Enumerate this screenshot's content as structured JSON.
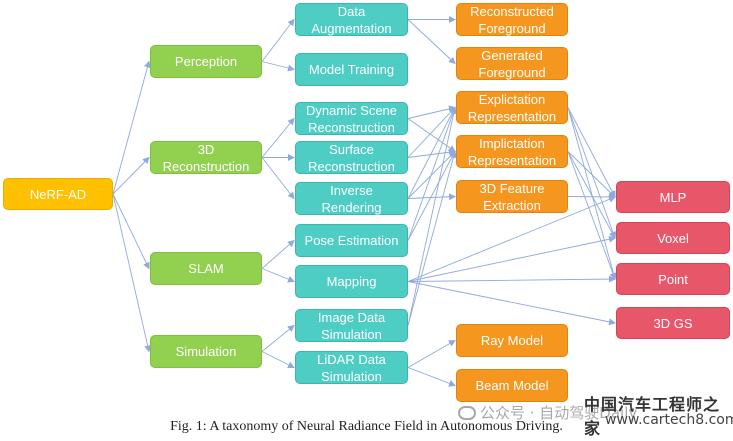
{
  "nodes": [
    {
      "id": "nerf",
      "label": "NeRF-AD",
      "level": 0
    },
    {
      "id": "perception",
      "label": "Perception",
      "level": 1
    },
    {
      "id": "recon3d",
      "label": "3D\nReconstruction",
      "level": 1
    },
    {
      "id": "slam",
      "label": "SLAM",
      "level": 1
    },
    {
      "id": "simulation",
      "label": "Simulation",
      "level": 1
    },
    {
      "id": "data_aug",
      "label": "Data\nAugmentation",
      "level": 2
    },
    {
      "id": "model_train",
      "label": "Model Training",
      "level": 2
    },
    {
      "id": "dyn_scene",
      "label": "Dynamic Scene\nReconstruction",
      "level": 2
    },
    {
      "id": "surface",
      "label": "Surface\nReconstruction",
      "level": 2
    },
    {
      "id": "inverse",
      "label": "Inverse\nRendering",
      "level": 2
    },
    {
      "id": "pose",
      "label": "Pose Estimation",
      "level": 2
    },
    {
      "id": "mapping",
      "label": "Mapping",
      "level": 2
    },
    {
      "id": "image_sim",
      "label": "Image Data\nSimulation",
      "level": 2
    },
    {
      "id": "lidar_sim",
      "label": "LiDAR Data\nSimulation",
      "level": 2
    },
    {
      "id": "recon_fg",
      "label": "Reconstructed\nForeground",
      "level": 3
    },
    {
      "id": "gen_fg",
      "label": "Generated\nForeground",
      "level": 3
    },
    {
      "id": "explicit",
      "label": "Explictation\nRepresentation",
      "level": 3
    },
    {
      "id": "implicit",
      "label": "Implictation\nRepresentation",
      "level": 3
    },
    {
      "id": "feature3d",
      "label": "3D Feature\nExtraction",
      "level": 3
    },
    {
      "id": "ray",
      "label": "Ray Model",
      "level": 3
    },
    {
      "id": "beam",
      "label": "Beam Model",
      "level": 3
    },
    {
      "id": "mlp",
      "label": "MLP",
      "level": 4
    },
    {
      "id": "voxel",
      "label": "Voxel",
      "level": 4
    },
    {
      "id": "point",
      "label": "Point",
      "level": 4
    },
    {
      "id": "gs3d",
      "label": "3D GS",
      "level": 4
    }
  ],
  "edges": [
    [
      "nerf",
      "perception"
    ],
    [
      "nerf",
      "recon3d"
    ],
    [
      "nerf",
      "slam"
    ],
    [
      "nerf",
      "simulation"
    ],
    [
      "perception",
      "data_aug"
    ],
    [
      "perception",
      "model_train"
    ],
    [
      "recon3d",
      "dyn_scene"
    ],
    [
      "recon3d",
      "surface"
    ],
    [
      "recon3d",
      "inverse"
    ],
    [
      "slam",
      "pose"
    ],
    [
      "slam",
      "mapping"
    ],
    [
      "simulation",
      "image_sim"
    ],
    [
      "simulation",
      "lidar_sim"
    ],
    [
      "data_aug",
      "recon_fg"
    ],
    [
      "data_aug",
      "gen_fg"
    ],
    [
      "dyn_scene",
      "explicit"
    ],
    [
      "dyn_scene",
      "implicit"
    ],
    [
      "surface",
      "explicit"
    ],
    [
      "surface",
      "implicit"
    ],
    [
      "inverse",
      "explicit"
    ],
    [
      "inverse",
      "implicit"
    ],
    [
      "inverse",
      "feature3d"
    ],
    [
      "pose",
      "explicit"
    ],
    [
      "pose",
      "implicit"
    ],
    [
      "mapping",
      "mlp"
    ],
    [
      "mapping",
      "voxel"
    ],
    [
      "mapping",
      "point"
    ],
    [
      "mapping",
      "gs3d"
    ],
    [
      "image_sim",
      "explicit"
    ],
    [
      "image_sim",
      "implicit"
    ],
    [
      "lidar_sim",
      "ray"
    ],
    [
      "lidar_sim",
      "beam"
    ],
    [
      "explicit",
      "mlp"
    ],
    [
      "explicit",
      "voxel"
    ],
    [
      "explicit",
      "point"
    ],
    [
      "implicit",
      "mlp"
    ],
    [
      "implicit",
      "voxel"
    ],
    [
      "implicit",
      "point"
    ],
    [
      "feature3d",
      "mlp"
    ]
  ],
  "caption": "Fig. 1: A taxonomy of Neural Radiance Field in Autonomous Driving.",
  "watermark": {
    "wechat": "公众号 · 自动驾驶Daily",
    "site_cn": "中国汽车工程师之家",
    "site_url": "www.cartech8.com"
  },
  "colors": {
    "level0": "#ffc000",
    "level1": "#92d050",
    "level2": "#4ecdc4",
    "level3": "#f5961e",
    "level4": "#e8566a",
    "edge": "#8faadc"
  }
}
